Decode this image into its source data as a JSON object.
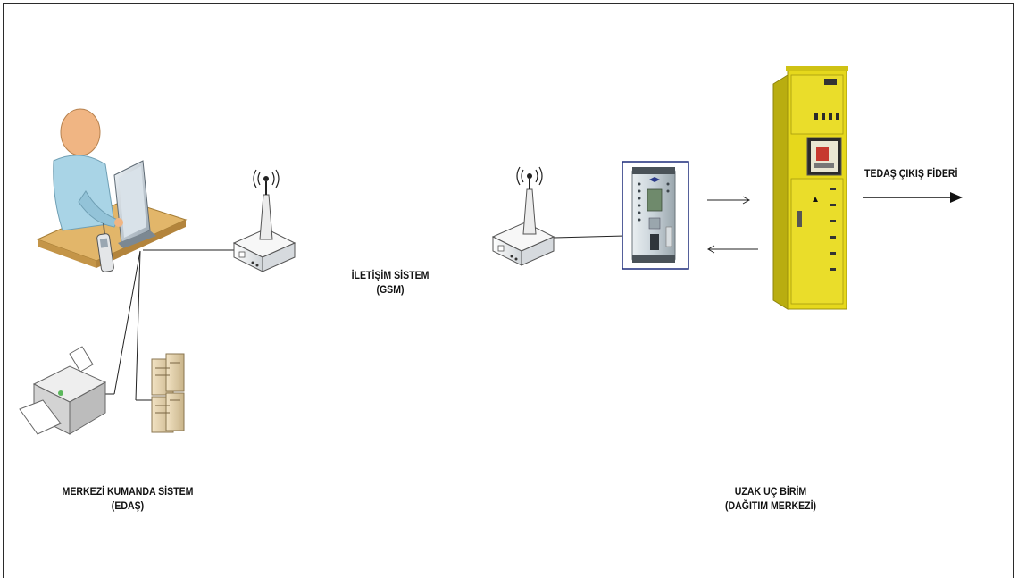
{
  "labels": {
    "central_system": {
      "line1": "MERKEZİ KUMANDA SİSTEM",
      "line2": "(EDAŞ)"
    },
    "remote_unit": {
      "line1": "UZAK UÇ BİRİM",
      "line2": "(DAĞITIM MERKEZİ)"
    },
    "communication": {
      "line1": "İLETİŞİM SİSTEM",
      "line2": "(GSM)"
    },
    "feeder": "TEDAŞ ÇIKIŞ FİDERİ"
  },
  "colors": {
    "panel_yellow": "#e6d81c",
    "panel_shadow": "#b9ad10",
    "desk": "#e2b66a",
    "person_shirt": "#a9d4e6",
    "person_skin": "#f0b583",
    "device_frame": "#1d2b7a",
    "line": "#222222"
  }
}
